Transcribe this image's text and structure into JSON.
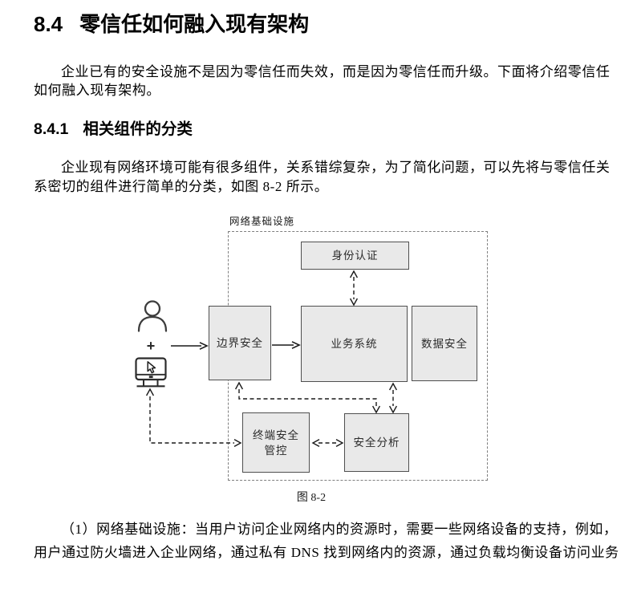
{
  "document": {
    "h1": {
      "number": "8.4",
      "title": "零信任如何融入现有架构"
    },
    "p1": {
      "line1": "企业已有的安全设施不是因为零信任而失效，而是因为零信任而升级。下面将介绍零信任",
      "line2": "如何融入现有架构。"
    },
    "h2": {
      "number": "8.4.1",
      "title": "相关组件的分类"
    },
    "p2": {
      "line1": "企业现有网络环境可能有很多组件，关系错综复杂，为了简化问题，可以先将与零信任关",
      "line2": "系密切的组件进行简单的分类，如图 8-2 所示。"
    },
    "p3": {
      "line1": "（1）网络基础设施：当用户访问企业网络内的资源时，需要一些网络设备的支持，例如，",
      "line2": "用户通过防火墙进入企业网络，通过私有 DNS 找到网络内的资源，通过负载均衡设备访问业务"
    }
  },
  "figure": {
    "frame_label": "网络基础设施",
    "caption": "图 8-2",
    "plus": "+",
    "nodes": {
      "identity": "身份认证",
      "perimeter": "边界安全",
      "business": "业务系统",
      "data_security": "数据安全",
      "endpoint": "终端安全管控",
      "analysis": "安全分析"
    },
    "icons": {
      "user": "user-icon",
      "device": "monitor-icon",
      "cursor": "cursor-icon"
    },
    "colors": {
      "node_fill": "#e9e9e9",
      "node_border": "#4f4f4f",
      "frame_border": "#7f7f7f",
      "diagram_text": "#2b2b2b",
      "line_color": "#1a1a1a"
    }
  }
}
